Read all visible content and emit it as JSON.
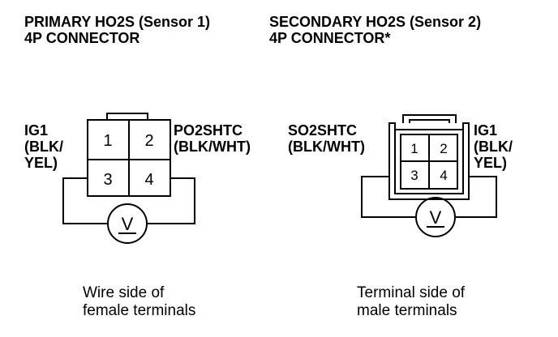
{
  "primary": {
    "title_line1": "PRIMARY HO2S (Sensor 1)",
    "title_line2": "4P CONNECTOR",
    "left_label": [
      "IG1",
      "(BLK/",
      "YEL)"
    ],
    "right_label": [
      "PO2SHTC",
      "(BLK/WHT)"
    ],
    "pins": [
      "1",
      "2",
      "3",
      "4"
    ],
    "meter": "V",
    "caption_line1": "Wire side of",
    "caption_line2": "female terminals"
  },
  "secondary": {
    "title_line1": "SECONDARY HO2S (Sensor 2)",
    "title_line2": "4P CONNECTOR*",
    "left_label": [
      "SO2SHTC",
      "(BLK/WHT)"
    ],
    "right_label": [
      "IG1",
      "(BLK/",
      "YEL)"
    ],
    "pins": [
      "1",
      "2",
      "3",
      "4"
    ],
    "meter": "V",
    "caption_line1": "Terminal side of",
    "caption_line2": "male terminals"
  }
}
